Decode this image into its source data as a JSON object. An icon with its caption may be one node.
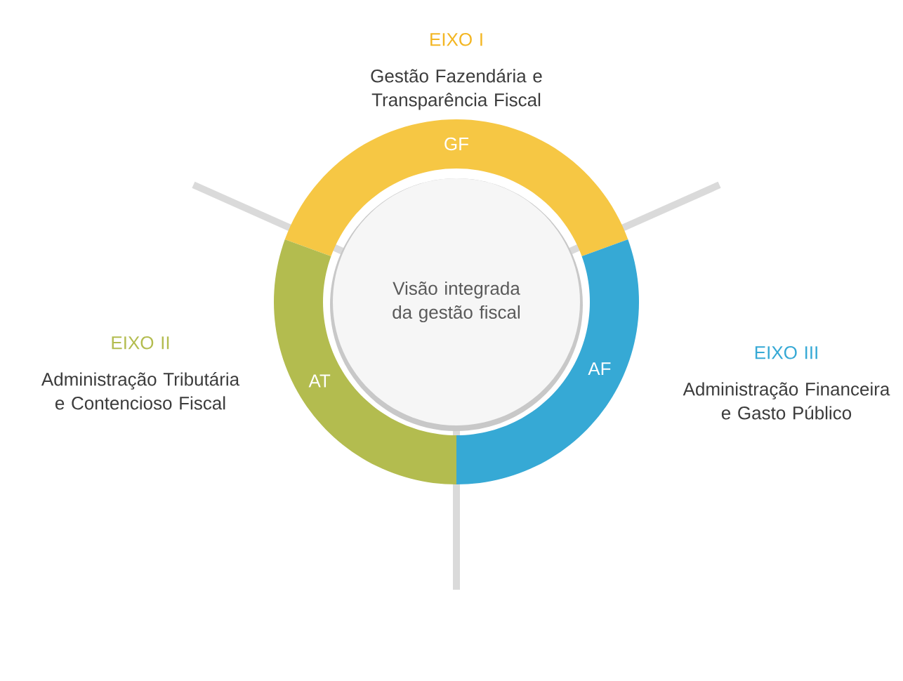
{
  "diagram": {
    "nodes": [
      {
        "text": [
          "Visão integrada da gestão fiscal"
        ]
      },
      {
        "text": [
          "GF"
        ]
      },
      {
        "text": [
          "AT"
        ]
      },
      {
        "text": [
          "AF"
        ]
      },
      {
        "text": [
          "EIXO I",
          "Gestão Fazendária e Transparência Fiscal"
        ]
      },
      {
        "text": [
          "EIXO II",
          "Administração Tributária e Contencioso Fiscal"
        ]
      },
      {
        "text": [
          "EIXO III",
          "Administração Financeira e Gasto Público"
        ]
      }
    ]
  }
}
